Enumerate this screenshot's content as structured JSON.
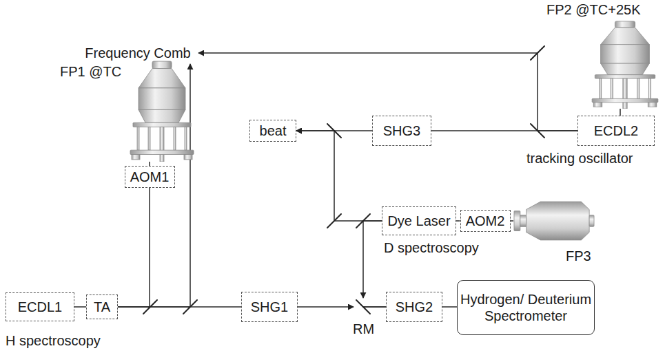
{
  "diagram": {
    "nodes": [
      {
        "text": [
          "Frequency Comb"
        ]
      },
      {
        "text": [
          "FP2 @TC+25K"
        ]
      },
      {
        "text": [
          "FP1 @TC"
        ]
      },
      {
        "text": [
          "beat"
        ]
      },
      {
        "text": [
          "SHG3"
        ]
      },
      {
        "text": [
          "ECDL2"
        ]
      },
      {
        "text": [
          "Dye Laser"
        ]
      },
      {
        "text": [
          "AOM2"
        ]
      },
      {
        "text": [
          "FP3"
        ]
      },
      {
        "text": [
          "AOM1"
        ]
      },
      {
        "text": [
          "ECDL1"
        ]
      },
      {
        "text": [
          "TA"
        ]
      },
      {
        "text": [
          "SHG1"
        ]
      },
      {
        "text": [
          "SHG2"
        ]
      },
      {
        "text": [
          "Hydrogen/ Deuterium Spectrometer"
        ]
      }
    ],
    "edges": [
      {
        "from": 10,
        "to": 11,
        "arrow": "none"
      },
      {
        "from": 11,
        "to": 9,
        "arrow": "none"
      },
      {
        "from": 9,
        "to": 2,
        "arrow": "none"
      },
      {
        "from": 11,
        "to": 0,
        "arrow": "to"
      },
      {
        "from": 11,
        "to": 12,
        "arrow": "none"
      },
      {
        "from": 12,
        "to": 13,
        "arrow": "to"
      },
      {
        "from": 13,
        "to": 14,
        "arrow": "none"
      },
      {
        "from": 5,
        "to": 4,
        "arrow": "none"
      },
      {
        "from": 4,
        "to": 3,
        "arrow": "to"
      },
      {
        "from": 5,
        "to": 0,
        "arrow": "to"
      },
      {
        "from": 6,
        "to": 3,
        "arrow": "to"
      },
      {
        "from": 6,
        "to": 13,
        "arrow": "to"
      },
      {
        "from": 6,
        "to": 7,
        "arrow": "none"
      },
      {
        "from": 7,
        "to": 8,
        "arrow": "none"
      },
      {
        "from": 5,
        "to": 1,
        "arrow": "none"
      }
    ],
    "labels": [
      "tracking oscillator",
      "D spectroscopy",
      "H spectroscopy",
      "RM"
    ]
  }
}
